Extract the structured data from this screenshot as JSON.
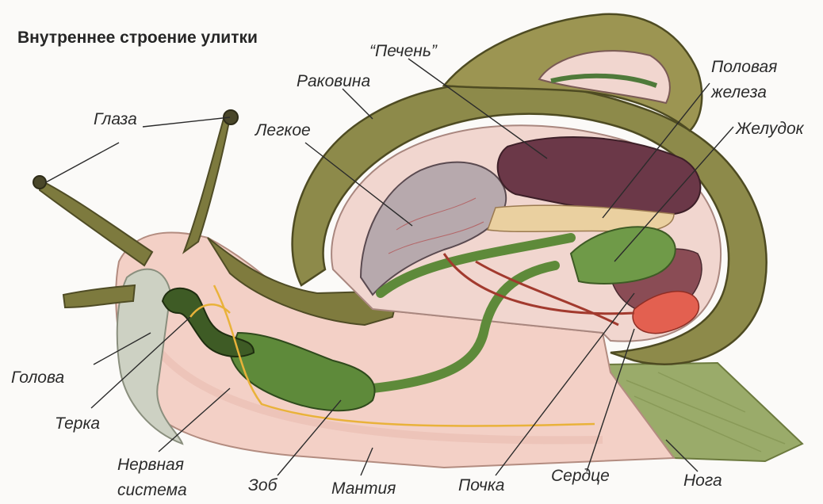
{
  "title": "Внутреннее строение улитки",
  "labels": {
    "eyes": "Глаза",
    "shell": "Раковина",
    "liver": "“Печень”",
    "lung": "Легкое",
    "gonad_line1": "Половая",
    "gonad_line2": "железа",
    "stomach": "Желудок",
    "head": "Голова",
    "radula": "Терка",
    "nervous_line1": "Нервная",
    "nervous_line2": "система",
    "crop": "Зоб",
    "mantle": "Мантия",
    "kidney": "Почка",
    "heart": "Сердце",
    "foot": "Нога"
  },
  "colors": {
    "shell_outer": "#8d8a4a",
    "shell_inner": "#f1d6cf",
    "body_pink": "#f3d0c6",
    "gut_green": "#6f9a48",
    "liver": "#6b3848",
    "heart": "#e36050",
    "nerve": "#e9b23a",
    "skin_green": "#9aab6a"
  }
}
